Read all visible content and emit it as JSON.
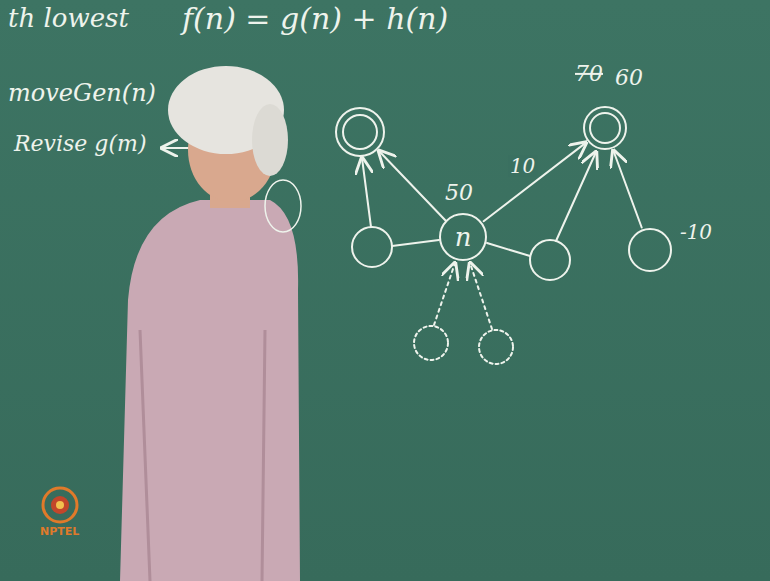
{
  "diagram": {
    "nodes": [
      {
        "text": [
          "70",
          "60"
        ]
      },
      {
        "text": [
          "n",
          "50"
        ]
      },
      {
        "text": [
          "-10"
        ]
      }
    ],
    "edges": [
      {
        "from": 1,
        "to": 0,
        "arrow": "to",
        "label": "10"
      },
      {
        "from": 2,
        "to": 0,
        "arrow": "to"
      }
    ],
    "labels": [
      "th lowest",
      "f(n) = g(n) + h(n)",
      "moveGen(n)",
      "Revise g(m)",
      "NPTEL"
    ]
  }
}
